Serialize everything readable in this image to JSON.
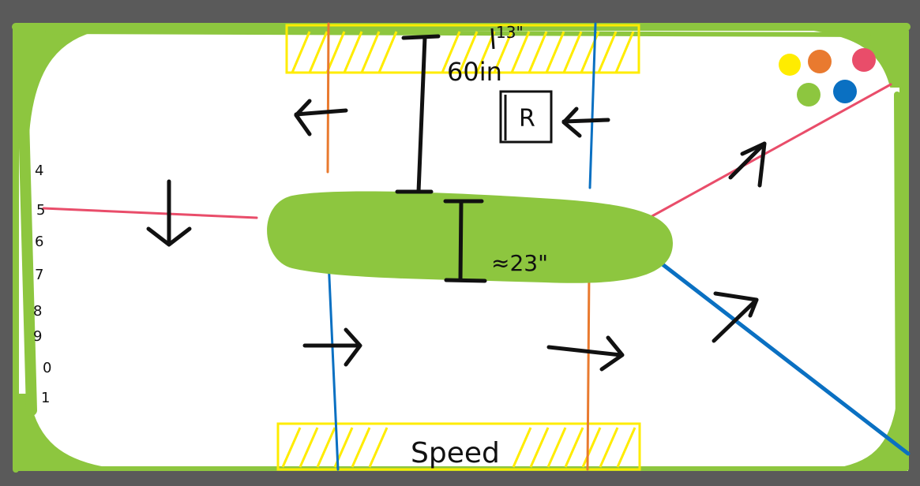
{
  "labels": {
    "top_dim_small": "13\"",
    "top_dim": "60in",
    "r_box": "R",
    "width_dim": "≈23\"",
    "speed": "Speed"
  },
  "margin_numbers": [
    "4",
    "5",
    "6",
    "7",
    "8",
    "9",
    "0",
    "1"
  ],
  "palette": [
    {
      "name": "yellow",
      "color": "#ffec00"
    },
    {
      "name": "orange",
      "color": "#e97a2f"
    },
    {
      "name": "pink",
      "color": "#e94d6a"
    },
    {
      "name": "green",
      "color": "#8dc63f"
    },
    {
      "name": "blue",
      "color": "#0a70c2"
    }
  ],
  "colors": {
    "board_fill": "#ffffff",
    "border_green": "#8dc63f",
    "frame_gray": "#5a5a5a",
    "zone_yellow": "#ffec00",
    "line_orange": "#e97a2f",
    "line_blue": "#0a70c2",
    "line_pink": "#e94d6a",
    "ink": "#111111"
  }
}
